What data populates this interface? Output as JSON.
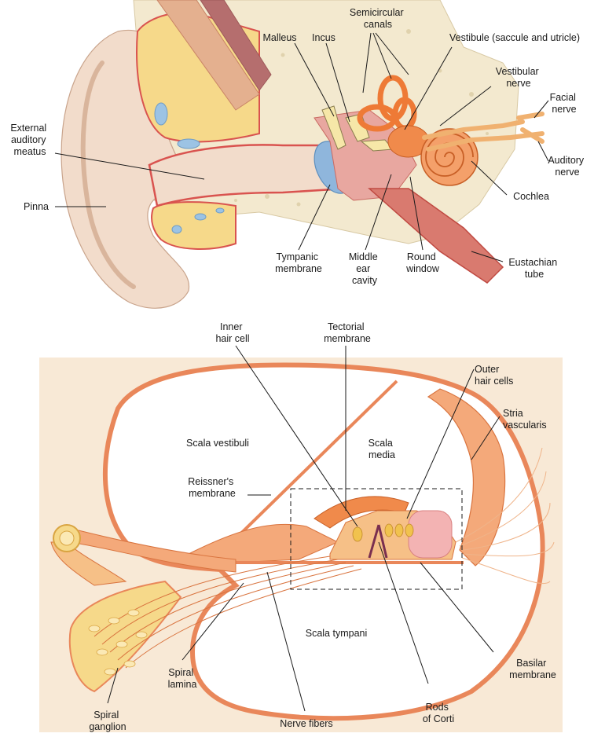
{
  "ear": {
    "labels": {
      "semicircular": [
        "Semicircular",
        "canals"
      ],
      "malleus": [
        "Malleus"
      ],
      "incus": [
        "Incus"
      ],
      "vestibule": [
        "Vestibule (saccule and utricle)"
      ],
      "vestibular_nerve": [
        "Vestibular",
        "nerve"
      ],
      "facial_nerve": [
        "Facial",
        "nerve"
      ],
      "external_meatus": [
        "External",
        "auditory",
        "meatus"
      ],
      "auditory_nerve": [
        "Auditory",
        "nerve"
      ],
      "cochlea": [
        "Cochlea"
      ],
      "pinna": [
        "Pinna"
      ],
      "tympanic": [
        "Tympanic",
        "membrane"
      ],
      "middle_ear": [
        "Middle",
        "ear",
        "cavity"
      ],
      "round_window": [
        "Round",
        "window"
      ],
      "eustachian": [
        "Eustachian",
        "tube"
      ]
    }
  },
  "cochlea_section": {
    "labels": {
      "inner_hair": [
        "Inner",
        "hair cell"
      ],
      "tectorial": [
        "Tectorial",
        "membrane"
      ],
      "outer_hair": [
        "Outer",
        "hair cells"
      ],
      "stria": [
        "Stria",
        "vascularis"
      ],
      "scala_vestibuli": [
        "Scala vestibuli"
      ],
      "scala_media": [
        "Scala",
        "media"
      ],
      "reissner": [
        "Reissner's",
        "membrane"
      ],
      "scala_tympani": [
        "Scala tympani"
      ],
      "basilar": [
        "Basilar",
        "membrane"
      ],
      "spiral_lamina": [
        "Spiral",
        "lamina"
      ],
      "rods_corti": [
        "Rods",
        "of Corti"
      ],
      "nerve_fibers": [
        "Nerve fibers"
      ],
      "spiral_ganglion": [
        "Spiral",
        "ganglion"
      ]
    }
  },
  "colors": {
    "skin": "#f2dccb",
    "bone": "#f3e9cf",
    "cartilage": "#f6d98a",
    "red_line": "#d9534f",
    "orange": "#f08a4b",
    "blue": "#9cc3e4",
    "panel_bg": "#f8e9d6",
    "cell": "#f4a97a"
  }
}
